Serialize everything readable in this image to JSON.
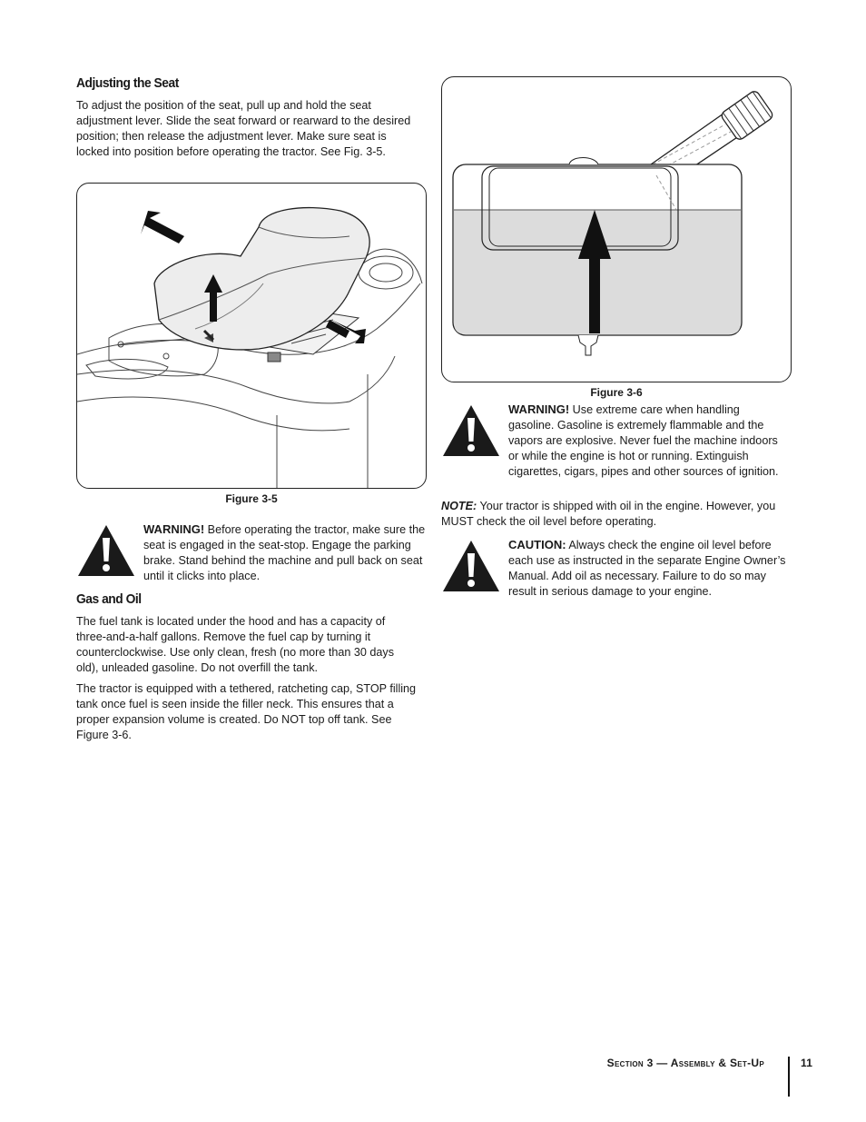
{
  "seat": {
    "heading": "Adjusting the Seat",
    "body": "To adjust the position of the seat, pull up and hold the seat adjustment lever. Slide the seat forward or rearward to the desired position; then release the adjustment lever. Make sure seat is locked into position before operating the tractor. See Fig. 3-5.",
    "figure_caption": "Figure 3-5"
  },
  "seat_warning": {
    "lead": "WARNING!",
    "text": " Before operating the tractor, make sure the seat is engaged in the seat-stop. Engage the parking brake. Stand behind the machine and pull back on seat until it clicks into place."
  },
  "gas": {
    "heading": "Gas and Oil",
    "para1": "The fuel tank is located under the hood and has a capacity of three-and-a-half gallons. Remove the fuel cap by turning it counterclockwise. Use only clean, fresh (no more than 30 days old), unleaded gasoline. Do not overfill the tank.",
    "para2": "The tractor is equipped with a tethered, ratcheting cap, STOP filling tank once fuel is seen inside the filler neck.  This ensures that a proper expansion volume is created.  Do NOT top off tank. See Figure 3-6."
  },
  "fuel_figure": {
    "caption": "Figure 3-6"
  },
  "fuel_warning": {
    "lead": "WARNING!",
    "text": "  Use extreme care when handling gasoline. Gasoline is extremely flammable and the vapors are explosive.  Never fuel the machine indoors or while the engine is hot or running. Extinguish cigarettes, cigars, pipes and other sources of ignition."
  },
  "note": {
    "lead": "NOTE:",
    "text": " Your tractor is shipped with oil in the engine. However, you MUST check the oil level before operating."
  },
  "caution": {
    "lead": "CAUTION:",
    "text": " Always check the engine oil level before each use as instructed in the separate Engine Owner’s Manual. Add oil as necessary. Failure to do so may result in serious damage to your engine."
  },
  "footer": {
    "section": "Section 3 — Assembly & Set-Up",
    "page_number": "11"
  },
  "icons": [
    "warning-triangle-icon",
    "arrow-up-icon"
  ],
  "colors": {
    "text": "#1a1a1a",
    "fuel": "#dcdcdc",
    "warning_fill": "#1a1a1a"
  }
}
